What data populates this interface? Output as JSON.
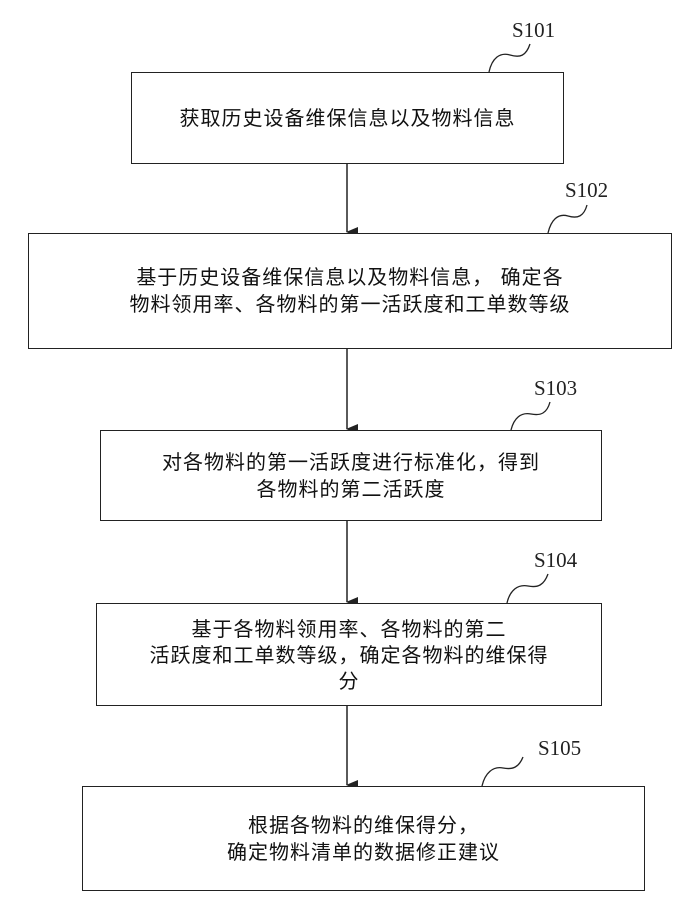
{
  "diagram": {
    "type": "flowchart",
    "direction": "top-to-bottom",
    "steps": [
      {
        "id": "S101",
        "label": "S101",
        "text": "获取历史设备维保信息以及物料信息"
      },
      {
        "id": "S102",
        "label": "S102",
        "text": "基于历史设备维保信息以及物料信息， 确定各\n物料领用率、各物料的第一活跃度和工单数等级"
      },
      {
        "id": "S103",
        "label": "S103",
        "text": "对各物料的第一活跃度进行标准化，得到\n各物料的第二活跃度"
      },
      {
        "id": "S104",
        "label": "S104",
        "text": "基于各物料领用率、各物料的第二\n活跃度和工单数等级，确定各物料的维保得\n分"
      },
      {
        "id": "S105",
        "label": "S105",
        "text": "根据各物料的维保得分，\n确定物料清单的数据修正建议"
      }
    ],
    "edges": [
      {
        "from": "S101",
        "to": "S102"
      },
      {
        "from": "S102",
        "to": "S103"
      },
      {
        "from": "S103",
        "to": "S104"
      },
      {
        "from": "S104",
        "to": "S105"
      }
    ],
    "colors": {
      "line": "#222222",
      "background": "#ffffff",
      "text": "#111111"
    }
  }
}
